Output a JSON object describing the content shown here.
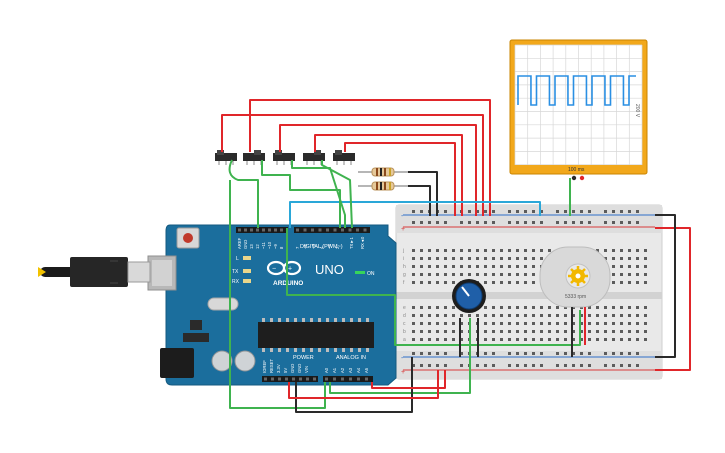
{
  "arduino": {
    "logo": "ARDUINO",
    "model": "UNO",
    "digital_label": "DIGITAL (PWM~)",
    "power_label": "POWER",
    "analog_label": "ANALOG IN",
    "on_label": "ON",
    "l_label": "L",
    "tx_label": "TX",
    "rx_label": "RX",
    "aref": "AREF",
    "gnd": "GND",
    "pin13": "13",
    "pin12": "12",
    "pin11": "~11",
    "pin10": "~10",
    "pin9": "~9",
    "pin8": "8",
    "pin7": "7",
    "pin6": "~6",
    "pin5": "~5",
    "pin4": "4",
    "pin3": "~3",
    "pin2": "2",
    "tx1": "TX►1",
    "rx0": "RX◄0",
    "ioref": "IOREF",
    "reset": "RESET",
    "v33": "3.3V",
    "v5": "5V",
    "gnd1": "GND",
    "gnd2": "GND",
    "vin": "VIN",
    "a0": "A0",
    "a1": "A1",
    "a2": "A2",
    "a3": "A3",
    "a4": "A4",
    "a5": "A5"
  },
  "oscilloscope": {
    "voltage_label": "200 V",
    "time_label": "100 ms"
  },
  "motor": {
    "speed_label": "5333 rpm"
  },
  "breadboard": {
    "rail_plus": "+",
    "rail_minus": "-",
    "row_labels_top": [
      "j",
      "i",
      "h",
      "g",
      "f"
    ],
    "row_labels_bottom": [
      "e",
      "d",
      "c",
      "b",
      "a"
    ]
  },
  "colors": {
    "arduino_board": "#1b6e9d",
    "scope_frame": "#f2a81b",
    "wire_red": "#e0262a",
    "wire_black": "#2a2a2a",
    "wire_green": "#3fb34f",
    "wire_blue": "#2aa7d8",
    "signal": "#2a8fe3"
  }
}
